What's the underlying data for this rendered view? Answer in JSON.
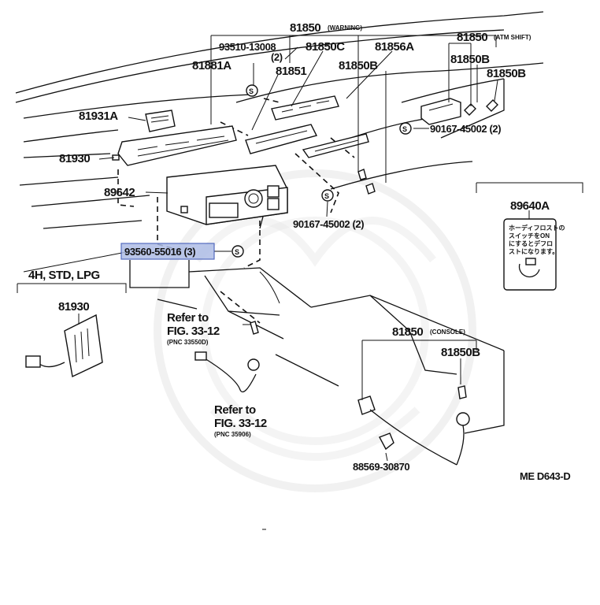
{
  "diagram": {
    "parts": {
      "p81850_warning": {
        "number": "81850",
        "qualifier": "(WARNING)"
      },
      "p93510": {
        "number": "93510-13008",
        "qty": "(2)"
      },
      "p81850c": {
        "number": "81850C"
      },
      "p81856a": {
        "number": "81856A"
      },
      "p81850_atm": {
        "number": "81850",
        "qualifier": "(ATM SHIFT)"
      },
      "p81881a": {
        "number": "81881A"
      },
      "p81851": {
        "number": "81851"
      },
      "p81850b_top": {
        "number": "81850B"
      },
      "p81850b_atm1": {
        "number": "81850B"
      },
      "p81850b_atm2": {
        "number": "81850B"
      },
      "p81931a": {
        "number": "81931A"
      },
      "p90167_upper": {
        "number": "90167-45002 (2)"
      },
      "p81930": {
        "number": "81930"
      },
      "p89642": {
        "number": "89642"
      },
      "p90167_lower": {
        "number": "90167-45002 (2)"
      },
      "p93560": {
        "number": "93560-55016 (3)"
      },
      "p89640a": {
        "number": "89640A"
      },
      "p81930_variant": {
        "number": "81930"
      },
      "p81850_console": {
        "number": "81850",
        "qualifier": "(CONSOLE)"
      },
      "p81850b_console": {
        "number": "81850B"
      },
      "p88569": {
        "number": "88569-30870"
      }
    },
    "variant_label": "4H, STD, LPG",
    "references": {
      "ref1": {
        "line1": "Refer to",
        "line2": "FIG. 33-12",
        "line3": "(PNC 33550D)"
      },
      "ref2": {
        "line1": "Refer to",
        "line2": "FIG. 33-12",
        "line3": "(PNC 35906)"
      }
    },
    "screw_symbol": "S",
    "label_card": {
      "lines": [
        "ホーディフロストの",
        "スイッチをON",
        "にするとデフロ",
        "ストになります。"
      ]
    },
    "drawing_code": "ME  D643-D",
    "highlighted_part": "93560-55016 (3)",
    "highlight_color": "#aebde6"
  }
}
